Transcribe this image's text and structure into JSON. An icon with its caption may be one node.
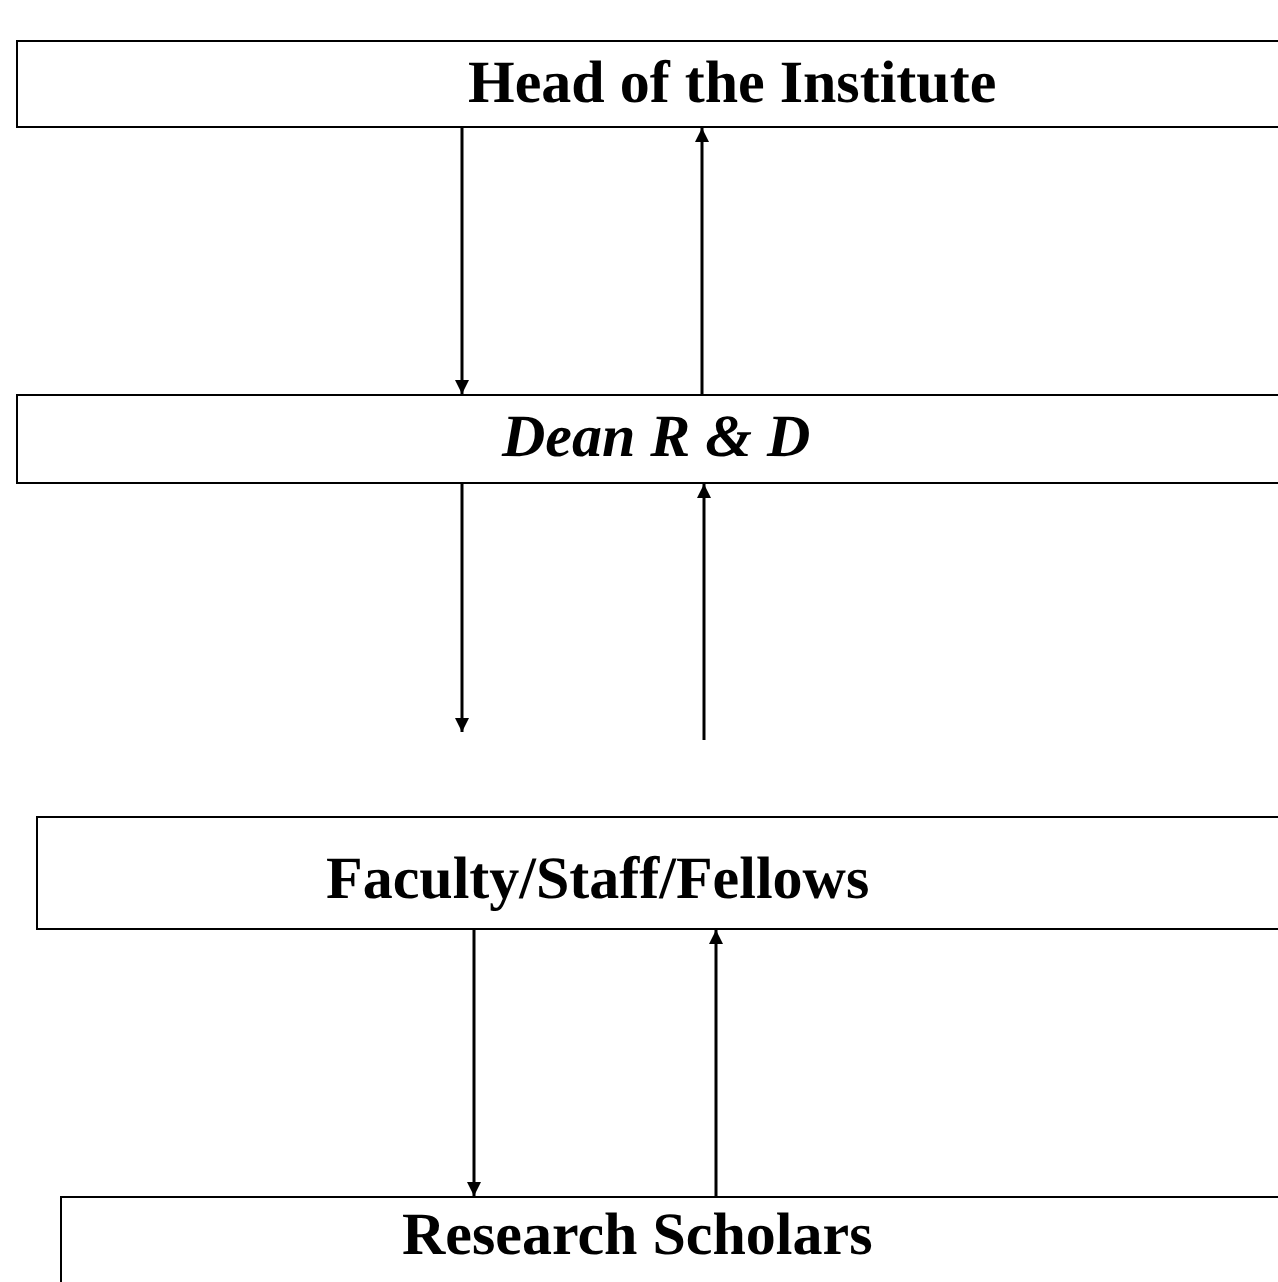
{
  "diagram": {
    "nodes": [
      {
        "text": [
          "Head of the Institute"
        ]
      },
      {
        "text": [
          "Dean R & D"
        ]
      },
      {
        "text": [
          "Faculty/Staff/Fellows"
        ]
      },
      {
        "text": [
          "Research Scholars"
        ]
      }
    ],
    "edges": [
      {
        "from": 0,
        "to": 1,
        "arrow": "to"
      },
      {
        "from": 1,
        "to": 0,
        "arrow": "to"
      },
      {
        "from": 1,
        "to": null,
        "arrow": "to"
      },
      {
        "from": null,
        "to": 1,
        "arrow": "to"
      },
      {
        "from": 2,
        "to": 3,
        "arrow": "to"
      },
      {
        "from": 3,
        "to": 2,
        "arrow": "to"
      }
    ]
  }
}
